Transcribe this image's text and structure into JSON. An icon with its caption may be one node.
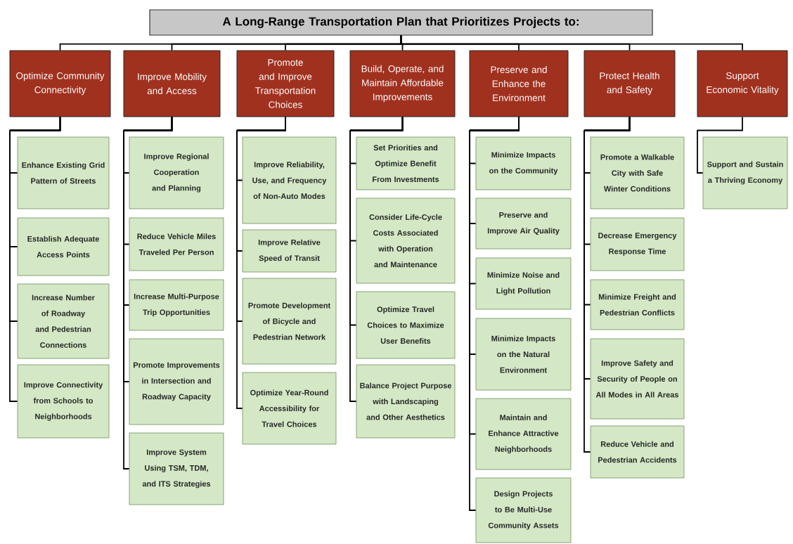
{
  "diagram": {
    "nodes": [
      {
        "text": [
          "A Long-Range Transportation Plan that Prioritizes Projects to:"
        ]
      },
      {
        "text": [
          "Optimize Community Connectivity"
        ]
      },
      {
        "text": [
          "Enhance Existing Grid Pattern of Streets"
        ]
      },
      {
        "text": [
          "Establish Adequate Access Points"
        ]
      },
      {
        "text": [
          "Increase Number of Roadway and Pedestrian Connections"
        ]
      },
      {
        "text": [
          "Improve Connectivity from Schools to Neighborhoods"
        ]
      },
      {
        "text": [
          "Improve Mobility and Access"
        ]
      },
      {
        "text": [
          "Improve Regional Cooperation and Planning"
        ]
      },
      {
        "text": [
          "Reduce Vehicle Miles Traveled Per Person"
        ]
      },
      {
        "text": [
          "Increase Multi-Purpose Trip Opportunities"
        ]
      },
      {
        "text": [
          "Promote Improvements in Intersection and Roadway Capacity"
        ]
      },
      {
        "text": [
          "Improve System Using TSM, TDM, and ITS Strategies"
        ]
      },
      {
        "text": [
          "Promote and Improve Transportation Choices"
        ]
      },
      {
        "text": [
          "Improve Reliability, Use, and Frequency of Non-Auto Modes"
        ]
      },
      {
        "text": [
          "Improve Relative Speed of Transit"
        ]
      },
      {
        "text": [
          "Promote Development of Bicycle and Pedestrian Network"
        ]
      },
      {
        "text": [
          "Optimize Year-Round Accessibility for Travel Choices"
        ]
      },
      {
        "text": [
          "Build, Operate, and Maintain Affordable Improvements"
        ]
      },
      {
        "text": [
          "Set Priorities and Optimize Benefit From Investments"
        ]
      },
      {
        "text": [
          "Consider Life-Cycle Costs Associated with Operation and Maintenance"
        ]
      },
      {
        "text": [
          "Optimize Travel Choices to Maximize User Benefits"
        ]
      },
      {
        "text": [
          "Balance Project Purpose with Landscaping and Other Aesthetics"
        ]
      },
      {
        "text": [
          "Preserve and Enhance the Environment"
        ]
      },
      {
        "text": [
          "Minimize Impacts on the Community"
        ]
      },
      {
        "text": [
          "Preserve and Improve Air Quality"
        ]
      },
      {
        "text": [
          "Minimize Noise and Light Pollution"
        ]
      },
      {
        "text": [
          "Minimize Impacts on the Natural Environment"
        ]
      },
      {
        "text": [
          "Maintain and Enhance Attractive Neighborhoods"
        ]
      },
      {
        "text": [
          "Design Projects to Be Multi-Use Community Assets"
        ]
      },
      {
        "text": [
          "Protect Health and Safety"
        ]
      },
      {
        "text": [
          "Promote a Walkable City with Safe Winter Conditions"
        ]
      },
      {
        "text": [
          "Decrease Emergency Response Time"
        ]
      },
      {
        "text": [
          "Minimize Freight and Pedestrian Conflicts"
        ]
      },
      {
        "text": [
          "Improve Safety and Security of People on All Modes in All Areas"
        ]
      },
      {
        "text": [
          "Reduce Vehicle and Pedestrian Accidents"
        ]
      },
      {
        "text": [
          "Support Economic Vitality"
        ]
      },
      {
        "text": [
          "Support and Sustain a Thriving Economy"
        ]
      }
    ],
    "edges": [
      {
        "from": 0,
        "to": 1,
        "arrow": "none"
      },
      {
        "from": 0,
        "to": 6,
        "arrow": "none"
      },
      {
        "from": 0,
        "to": 12,
        "arrow": "none"
      },
      {
        "from": 0,
        "to": 17,
        "arrow": "none"
      },
      {
        "from": 0,
        "to": 22,
        "arrow": "none"
      },
      {
        "from": 0,
        "to": 29,
        "arrow": "none"
      },
      {
        "from": 0,
        "to": 35,
        "arrow": "none"
      },
      {
        "from": 1,
        "to": 2,
        "arrow": "none"
      },
      {
        "from": 1,
        "to": 3,
        "arrow": "none"
      },
      {
        "from": 1,
        "to": 4,
        "arrow": "none"
      },
      {
        "from": 1,
        "to": 5,
        "arrow": "none"
      },
      {
        "from": 6,
        "to": 7,
        "arrow": "none"
      },
      {
        "from": 6,
        "to": 8,
        "arrow": "none"
      },
      {
        "from": 6,
        "to": 9,
        "arrow": "none"
      },
      {
        "from": 6,
        "to": 10,
        "arrow": "none"
      },
      {
        "from": 6,
        "to": 11,
        "arrow": "none"
      },
      {
        "from": 12,
        "to": 13,
        "arrow": "none"
      },
      {
        "from": 12,
        "to": 14,
        "arrow": "none"
      },
      {
        "from": 12,
        "to": 15,
        "arrow": "none"
      },
      {
        "from": 12,
        "to": 16,
        "arrow": "none"
      },
      {
        "from": 17,
        "to": 18,
        "arrow": "none"
      },
      {
        "from": 17,
        "to": 19,
        "arrow": "none"
      },
      {
        "from": 17,
        "to": 20,
        "arrow": "none"
      },
      {
        "from": 17,
        "to": 21,
        "arrow": "none"
      },
      {
        "from": 22,
        "to": 23,
        "arrow": "none"
      },
      {
        "from": 22,
        "to": 24,
        "arrow": "none"
      },
      {
        "from": 22,
        "to": 25,
        "arrow": "none"
      },
      {
        "from": 22,
        "to": 26,
        "arrow": "none"
      },
      {
        "from": 22,
        "to": 27,
        "arrow": "none"
      },
      {
        "from": 22,
        "to": 28,
        "arrow": "none"
      },
      {
        "from": 29,
        "to": 30,
        "arrow": "none"
      },
      {
        "from": 29,
        "to": 31,
        "arrow": "none"
      },
      {
        "from": 29,
        "to": 32,
        "arrow": "none"
      },
      {
        "from": 29,
        "to": 33,
        "arrow": "none"
      },
      {
        "from": 29,
        "to": 34,
        "arrow": "none"
      },
      {
        "from": 35,
        "to": 36,
        "arrow": "none"
      }
    ]
  }
}
